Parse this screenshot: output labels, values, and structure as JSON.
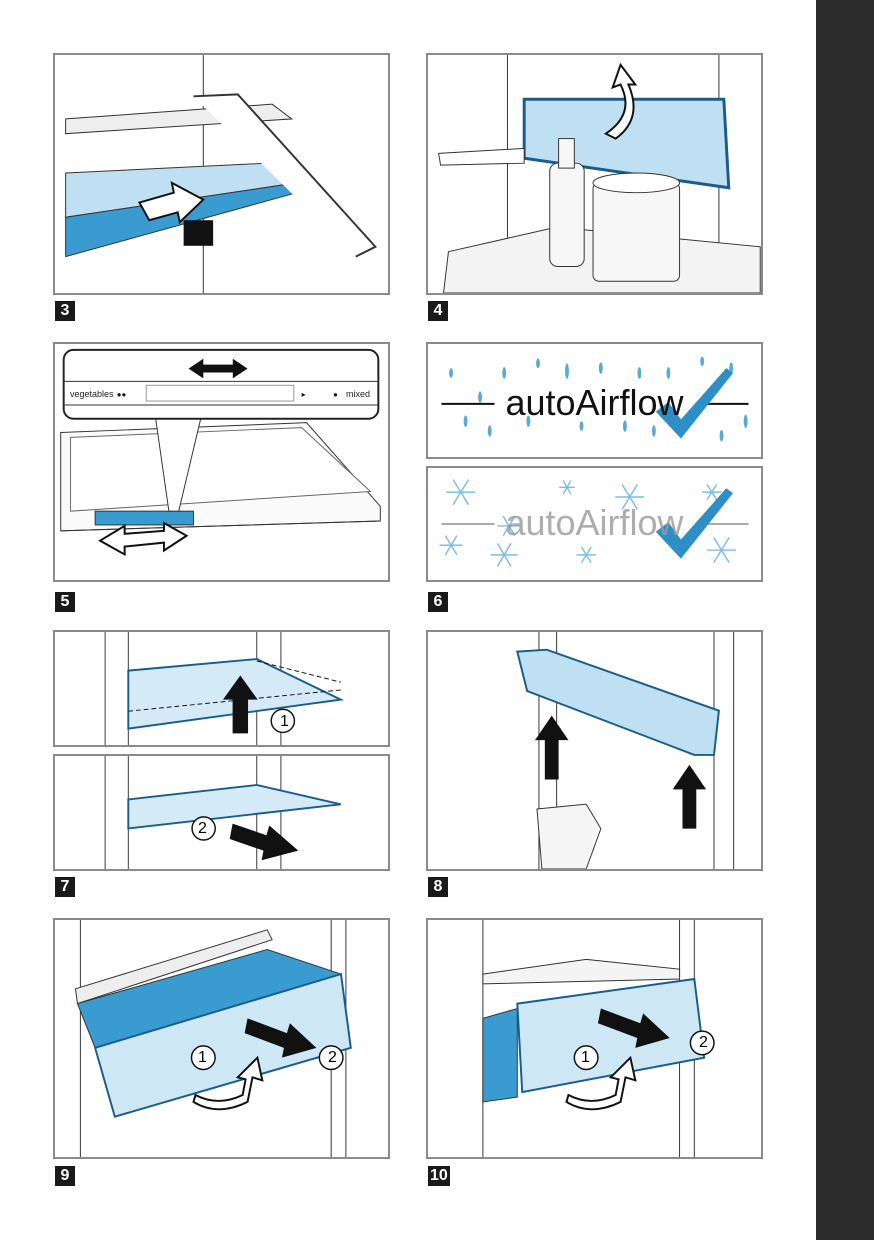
{
  "figures": [
    {
      "number": "3"
    },
    {
      "number": "4"
    },
    {
      "number": "5",
      "slider_left_label": "vegetables",
      "slider_right_label": "mixed"
    },
    {
      "number": "6",
      "logo_text": "autoAirflow"
    },
    {
      "number": "7",
      "step_markers": [
        "1",
        "2"
      ]
    },
    {
      "number": "8"
    },
    {
      "number": "9",
      "step_markers": [
        "1",
        "2"
      ]
    },
    {
      "number": "10",
      "step_markers": [
        "1",
        "2"
      ]
    }
  ],
  "colors": {
    "accent_blue": "#3a9bd0",
    "light_blue": "#bfe0f2",
    "sidebar": "#2b2b2b"
  }
}
